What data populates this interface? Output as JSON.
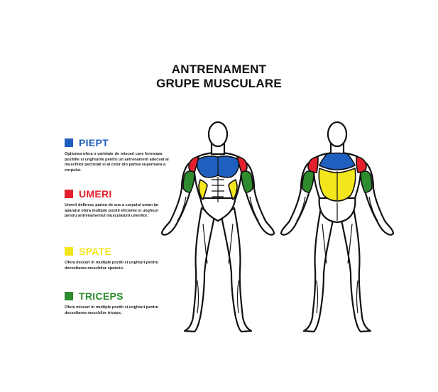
{
  "title": {
    "line1": "ANTRENAMENT",
    "line2": "GRUPE MUSCULARE"
  },
  "legend": [
    {
      "title": "PIEPT",
      "color": "#1f5fbf",
      "description": "Optiunea ofera o varietate de miscari care formeaza pozitiile si unghiurile pentru un antrenament adecvat al muschilor pectorali si al celor din partea superioara a corpului."
    },
    {
      "title": "UMERI",
      "color": "#e3202b",
      "description": "Umerii definesc partea de sus a corpului uman iar aparatul ofera multiple pozitii eficiente si unghiuri pentru antrenamentul musculaturii umerilor."
    },
    {
      "title": "SPATE",
      "color": "#f3e61c",
      "description": "Ofera miscari in multiple pozitii si unghiuri pentru dezvoltarea muschilor spatelui."
    },
    {
      "title": "TRICEPS",
      "color": "#2e8b2e",
      "description": "Ofera miscari in multiple pozitii si unghiuri pentru dezvoltarea muschilor triceps."
    }
  ],
  "muscle_colors": {
    "chest": "#1f5fbf",
    "shoulders": "#e3202b",
    "back": "#f3e61c",
    "triceps": "#2e8b2e",
    "outline": "#111111",
    "body": "#ffffff"
  }
}
